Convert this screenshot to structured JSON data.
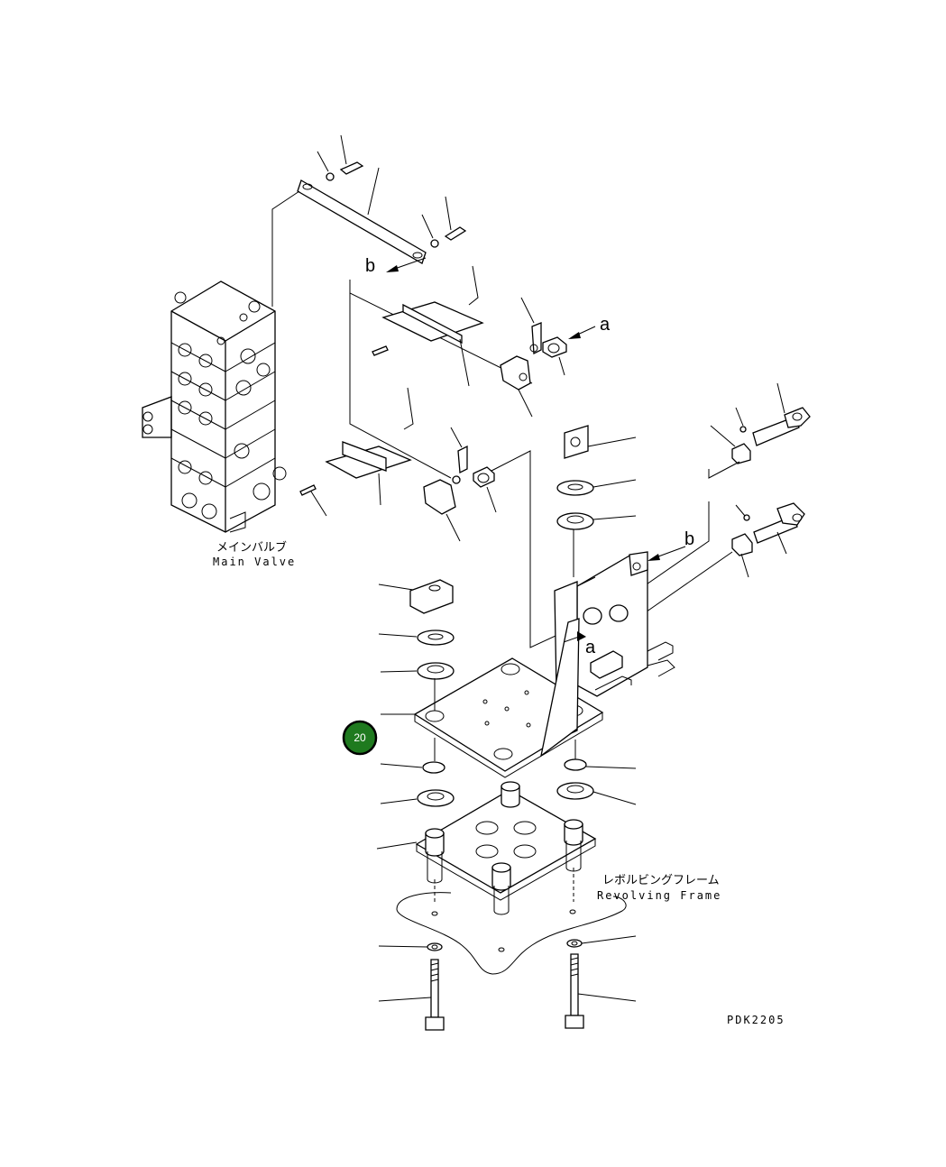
{
  "callouts": {
    "a": "a",
    "b": "b"
  },
  "labels": {
    "main_valve_jp": "メインバルブ",
    "main_valve_en": "Main Valve",
    "revolving_frame_jp": "レボルビングフレーム",
    "revolving_frame_en": "Revolving Frame",
    "drawing_code": "PDK2205"
  },
  "part_marker": {
    "number": "20",
    "color": "#1f7a1f"
  }
}
